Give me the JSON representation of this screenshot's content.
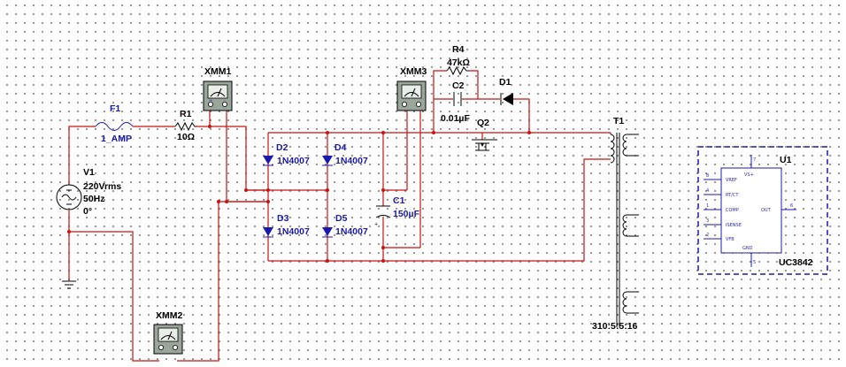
{
  "components": {
    "v1": {
      "ref": "V1",
      "line1": "220Vrms",
      "line2": "50Hz",
      "line3": "0°"
    },
    "f1": {
      "ref": "F1",
      "value": "1_AMP"
    },
    "r1": {
      "ref": "R1",
      "value": "10Ω"
    },
    "xmm1": {
      "ref": "XMM1"
    },
    "xmm2": {
      "ref": "XMM2"
    },
    "xmm3": {
      "ref": "XMM3"
    },
    "d2": {
      "ref": "D2",
      "value": "1N4007"
    },
    "d3": {
      "ref": "D3",
      "value": "1N4007"
    },
    "d4": {
      "ref": "D4",
      "value": "1N4007"
    },
    "d5": {
      "ref": "D5",
      "value": "1N4007"
    },
    "c1": {
      "ref": "C1",
      "value": "150µF"
    },
    "r4": {
      "ref": "R4",
      "value": "47kΩ"
    },
    "c2": {
      "ref": "C2",
      "value": "0.01µF"
    },
    "d1": {
      "ref": "D1"
    },
    "q2": {
      "ref": "Q2"
    },
    "t1": {
      "ref": "T1",
      "ratio": "310:5:5:16"
    },
    "u1": {
      "ref": "U1",
      "part": "UC3842",
      "pins_left": [
        "VREF",
        "RT/CT",
        "COMP",
        "ISENSE",
        "VFB"
      ],
      "pin_top": "VS+",
      "pin_right": "OUT",
      "pin_bottom": "GND",
      "pin_numbers_left": [
        "8",
        "4",
        "1",
        "3",
        "2"
      ],
      "pin_number_top": "7",
      "pin_number_right": "6",
      "pin_number_bottom": "5"
    }
  },
  "colors": {
    "wire": "#cc1111",
    "label_blue": "#1a1aa8",
    "part": "#000000"
  }
}
